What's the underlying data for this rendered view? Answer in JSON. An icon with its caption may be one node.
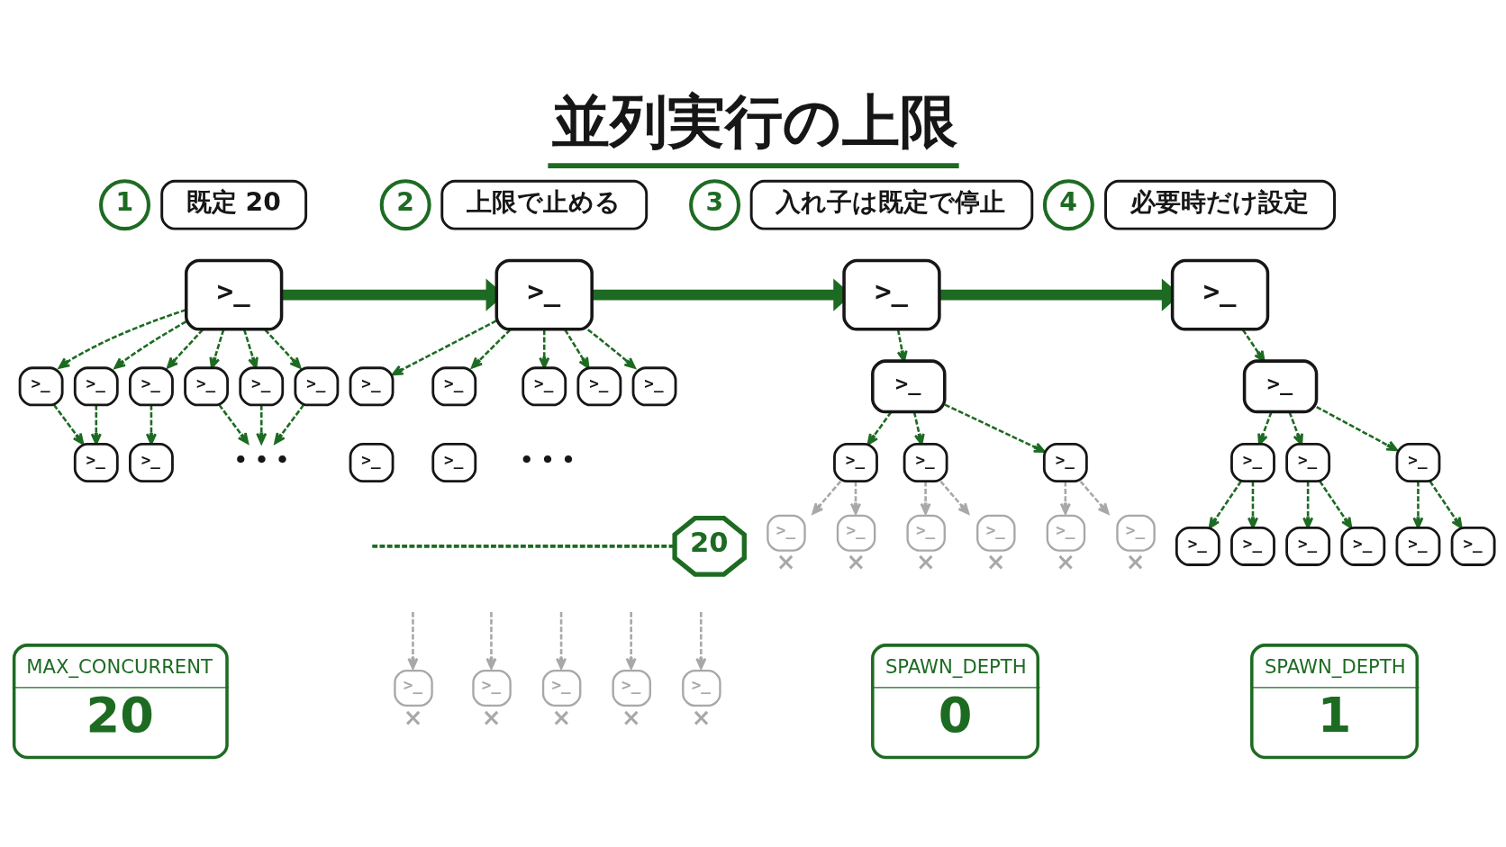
{
  "diagram": {
    "title": "並列実行の上限",
    "nodes": [
      {
        "text": [
          "1"
        ]
      },
      {
        "text": [
          "既定 20"
        ]
      },
      {
        "text": [
          ">_"
        ]
      },
      {
        "text": [
          ">_"
        ]
      },
      {
        "text": [
          ">_"
        ]
      },
      {
        "text": [
          ">_"
        ]
      },
      {
        "text": [
          ">_"
        ]
      },
      {
        "text": [
          ">_"
        ]
      },
      {
        "text": [
          ">_"
        ]
      },
      {
        "text": [
          ">_"
        ]
      },
      {
        "text": [
          ">_"
        ]
      },
      {
        "text": [
          "• • •"
        ]
      },
      {
        "text": [
          "MAX_CONCURRENT",
          "20"
        ]
      },
      {
        "text": [
          "2"
        ]
      },
      {
        "text": [
          "上限で止める"
        ]
      },
      {
        "text": [
          ">_"
        ]
      },
      {
        "text": [
          ">_"
        ]
      },
      {
        "text": [
          ">_"
        ]
      },
      {
        "text": [
          ">_"
        ]
      },
      {
        "text": [
          ">_"
        ]
      },
      {
        "text": [
          ">_"
        ]
      },
      {
        "text": [
          ">_"
        ]
      },
      {
        "text": [
          ">_"
        ]
      },
      {
        "text": [
          "20"
        ]
      },
      {
        "text": [
          ">_"
        ],
        "beside": [
          "×"
        ]
      },
      {
        "text": [
          ">_"
        ],
        "beside": [
          "×"
        ]
      },
      {
        "text": [
          ">_"
        ],
        "beside": [
          "×"
        ]
      },
      {
        "text": [
          ">_"
        ],
        "beside": [
          "×"
        ]
      },
      {
        "text": [
          ">_"
        ],
        "beside": [
          "×"
        ]
      },
      {
        "text": [
          "3"
        ]
      },
      {
        "text": [
          "入れ子は既定で停止"
        ]
      },
      {
        "text": [
          ">_"
        ]
      },
      {
        "text": [
          ">_"
        ]
      },
      {
        "text": [
          ">_"
        ]
      },
      {
        "text": [
          ">_"
        ]
      },
      {
        "text": [
          ">_"
        ]
      },
      {
        "text": [
          ">_"
        ],
        "beside": [
          "×"
        ]
      },
      {
        "text": [
          ">_"
        ],
        "beside": [
          "×"
        ]
      },
      {
        "text": [
          ">_"
        ],
        "beside": [
          "×"
        ]
      },
      {
        "text": [
          ">_"
        ],
        "beside": [
          "×"
        ]
      },
      {
        "text": [
          ">_"
        ],
        "beside": [
          "×"
        ]
      },
      {
        "text": [
          ">_"
        ],
        "beside": [
          "×"
        ]
      },
      {
        "text": [
          "SPAWN_DEPTH",
          "0"
        ]
      },
      {
        "text": [
          "4"
        ]
      },
      {
        "text": [
          "必要時だけ設定"
        ]
      },
      {
        "text": [
          ">_"
        ]
      },
      {
        "text": [
          ">_"
        ]
      },
      {
        "text": [
          ">_"
        ]
      },
      {
        "text": [
          ">_"
        ]
      },
      {
        "text": [
          ">_"
        ]
      },
      {
        "text": [
          ">_"
        ]
      },
      {
        "text": [
          ">_"
        ]
      },
      {
        "text": [
          ">_"
        ]
      },
      {
        "text": [
          ">_"
        ]
      },
      {
        "text": [
          ">_"
        ]
      },
      {
        "text": [
          ">_"
        ]
      },
      {
        "text": [
          "SPAWN_DEPTH",
          "1"
        ]
      }
    ],
    "edges": [
      {
        "from": 2,
        "to": 3,
        "arrow": "to",
        "style": "dashed"
      },
      {
        "from": 2,
        "to": 4,
        "arrow": "to",
        "style": "dashed"
      },
      {
        "from": 2,
        "to": 5,
        "arrow": "to",
        "style": "dashed"
      },
      {
        "from": 2,
        "to": 6,
        "arrow": "to",
        "style": "dashed"
      },
      {
        "from": 2,
        "to": 7,
        "arrow": "to",
        "style": "dashed"
      },
      {
        "from": 2,
        "to": 8,
        "arrow": "to",
        "style": "dashed"
      },
      {
        "from": 3,
        "to": 9,
        "arrow": "to",
        "style": "dashed"
      },
      {
        "from": 4,
        "to": 9,
        "arrow": "to",
        "style": "dashed"
      },
      {
        "from": 5,
        "to": 10,
        "arrow": "to",
        "style": "dashed"
      },
      {
        "from": 6,
        "to": 11,
        "arrow": "to",
        "style": "dashed"
      },
      {
        "from": 7,
        "to": 11,
        "arrow": "to",
        "style": "dashed"
      },
      {
        "from": 8,
        "to": 11,
        "arrow": "to",
        "style": "dashed"
      },
      {
        "from": 2,
        "to": 15,
        "arrow": "to",
        "style": "thick"
      },
      {
        "from": 15,
        "to": 16,
        "arrow": "to",
        "style": "dashed"
      },
      {
        "from": 15,
        "to": 17,
        "arrow": "to",
        "style": "dashed"
      },
      {
        "from": 15,
        "to": 18,
        "arrow": "to",
        "style": "dashed"
      },
      {
        "from": 15,
        "to": 19,
        "arrow": "to",
        "style": "dashed"
      },
      {
        "from": 15,
        "to": 20,
        "arrow": "to",
        "style": "dashed"
      },
      {
        "from": null,
        "to": 23,
        "arrow": "none",
        "style": "dashed"
      },
      {
        "from": null,
        "to": 24,
        "arrow": "to",
        "style": "dashed",
        "color": "#a8a8a8"
      },
      {
        "from": null,
        "to": 25,
        "arrow": "to",
        "style": "dashed",
        "color": "#a8a8a8"
      },
      {
        "from": null,
        "to": 26,
        "arrow": "to",
        "style": "dashed",
        "color": "#a8a8a8"
      },
      {
        "from": null,
        "to": 27,
        "arrow": "to",
        "style": "dashed",
        "color": "#a8a8a8"
      },
      {
        "from": null,
        "to": 28,
        "arrow": "to",
        "style": "dashed",
        "color": "#a8a8a8"
      },
      {
        "from": 15,
        "to": 31,
        "arrow": "to",
        "style": "thick"
      },
      {
        "from": 31,
        "to": 32,
        "arrow": "to",
        "style": "dashed"
      },
      {
        "from": 32,
        "to": 33,
        "arrow": "to",
        "style": "dashed"
      },
      {
        "from": 32,
        "to": 34,
        "arrow": "to",
        "style": "dashed"
      },
      {
        "from": 32,
        "to": 35,
        "arrow": "to",
        "style": "dashed"
      },
      {
        "from": 33,
        "to": 36,
        "arrow": "to",
        "style": "dashed",
        "color": "#a8a8a8"
      },
      {
        "from": 33,
        "to": 37,
        "arrow": "to",
        "style": "dashed",
        "color": "#a8a8a8"
      },
      {
        "from": 34,
        "to": 38,
        "arrow": "to",
        "style": "dashed",
        "color": "#a8a8a8"
      },
      {
        "from": 34,
        "to": 39,
        "arrow": "to",
        "style": "dashed",
        "color": "#a8a8a8"
      },
      {
        "from": 35,
        "to": 40,
        "arrow": "to",
        "style": "dashed",
        "color": "#a8a8a8"
      },
      {
        "from": 35,
        "to": 41,
        "arrow": "to",
        "style": "dashed",
        "color": "#a8a8a8"
      },
      {
        "from": 31,
        "to": 45,
        "arrow": "to",
        "style": "thick"
      },
      {
        "from": 45,
        "to": 46,
        "arrow": "to",
        "style": "dashed"
      },
      {
        "from": 46,
        "to": 47,
        "arrow": "to",
        "style": "dashed"
      },
      {
        "from": 46,
        "to": 48,
        "arrow": "to",
        "style": "dashed"
      },
      {
        "from": 46,
        "to": 49,
        "arrow": "to",
        "style": "dashed"
      },
      {
        "from": 47,
        "to": 50,
        "arrow": "to",
        "style": "dashed"
      },
      {
        "from": 47,
        "to": 51,
        "arrow": "to",
        "style": "dashed"
      },
      {
        "from": 48,
        "to": 52,
        "arrow": "to",
        "style": "dashed"
      },
      {
        "from": 48,
        "to": 53,
        "arrow": "to",
        "style": "dashed"
      },
      {
        "from": 49,
        "to": 54,
        "arrow": "to",
        "style": "dashed"
      },
      {
        "from": 49,
        "to": 55,
        "arrow": "to",
        "style": "dashed"
      }
    ],
    "labels": [
      "• • •"
    ]
  }
}
